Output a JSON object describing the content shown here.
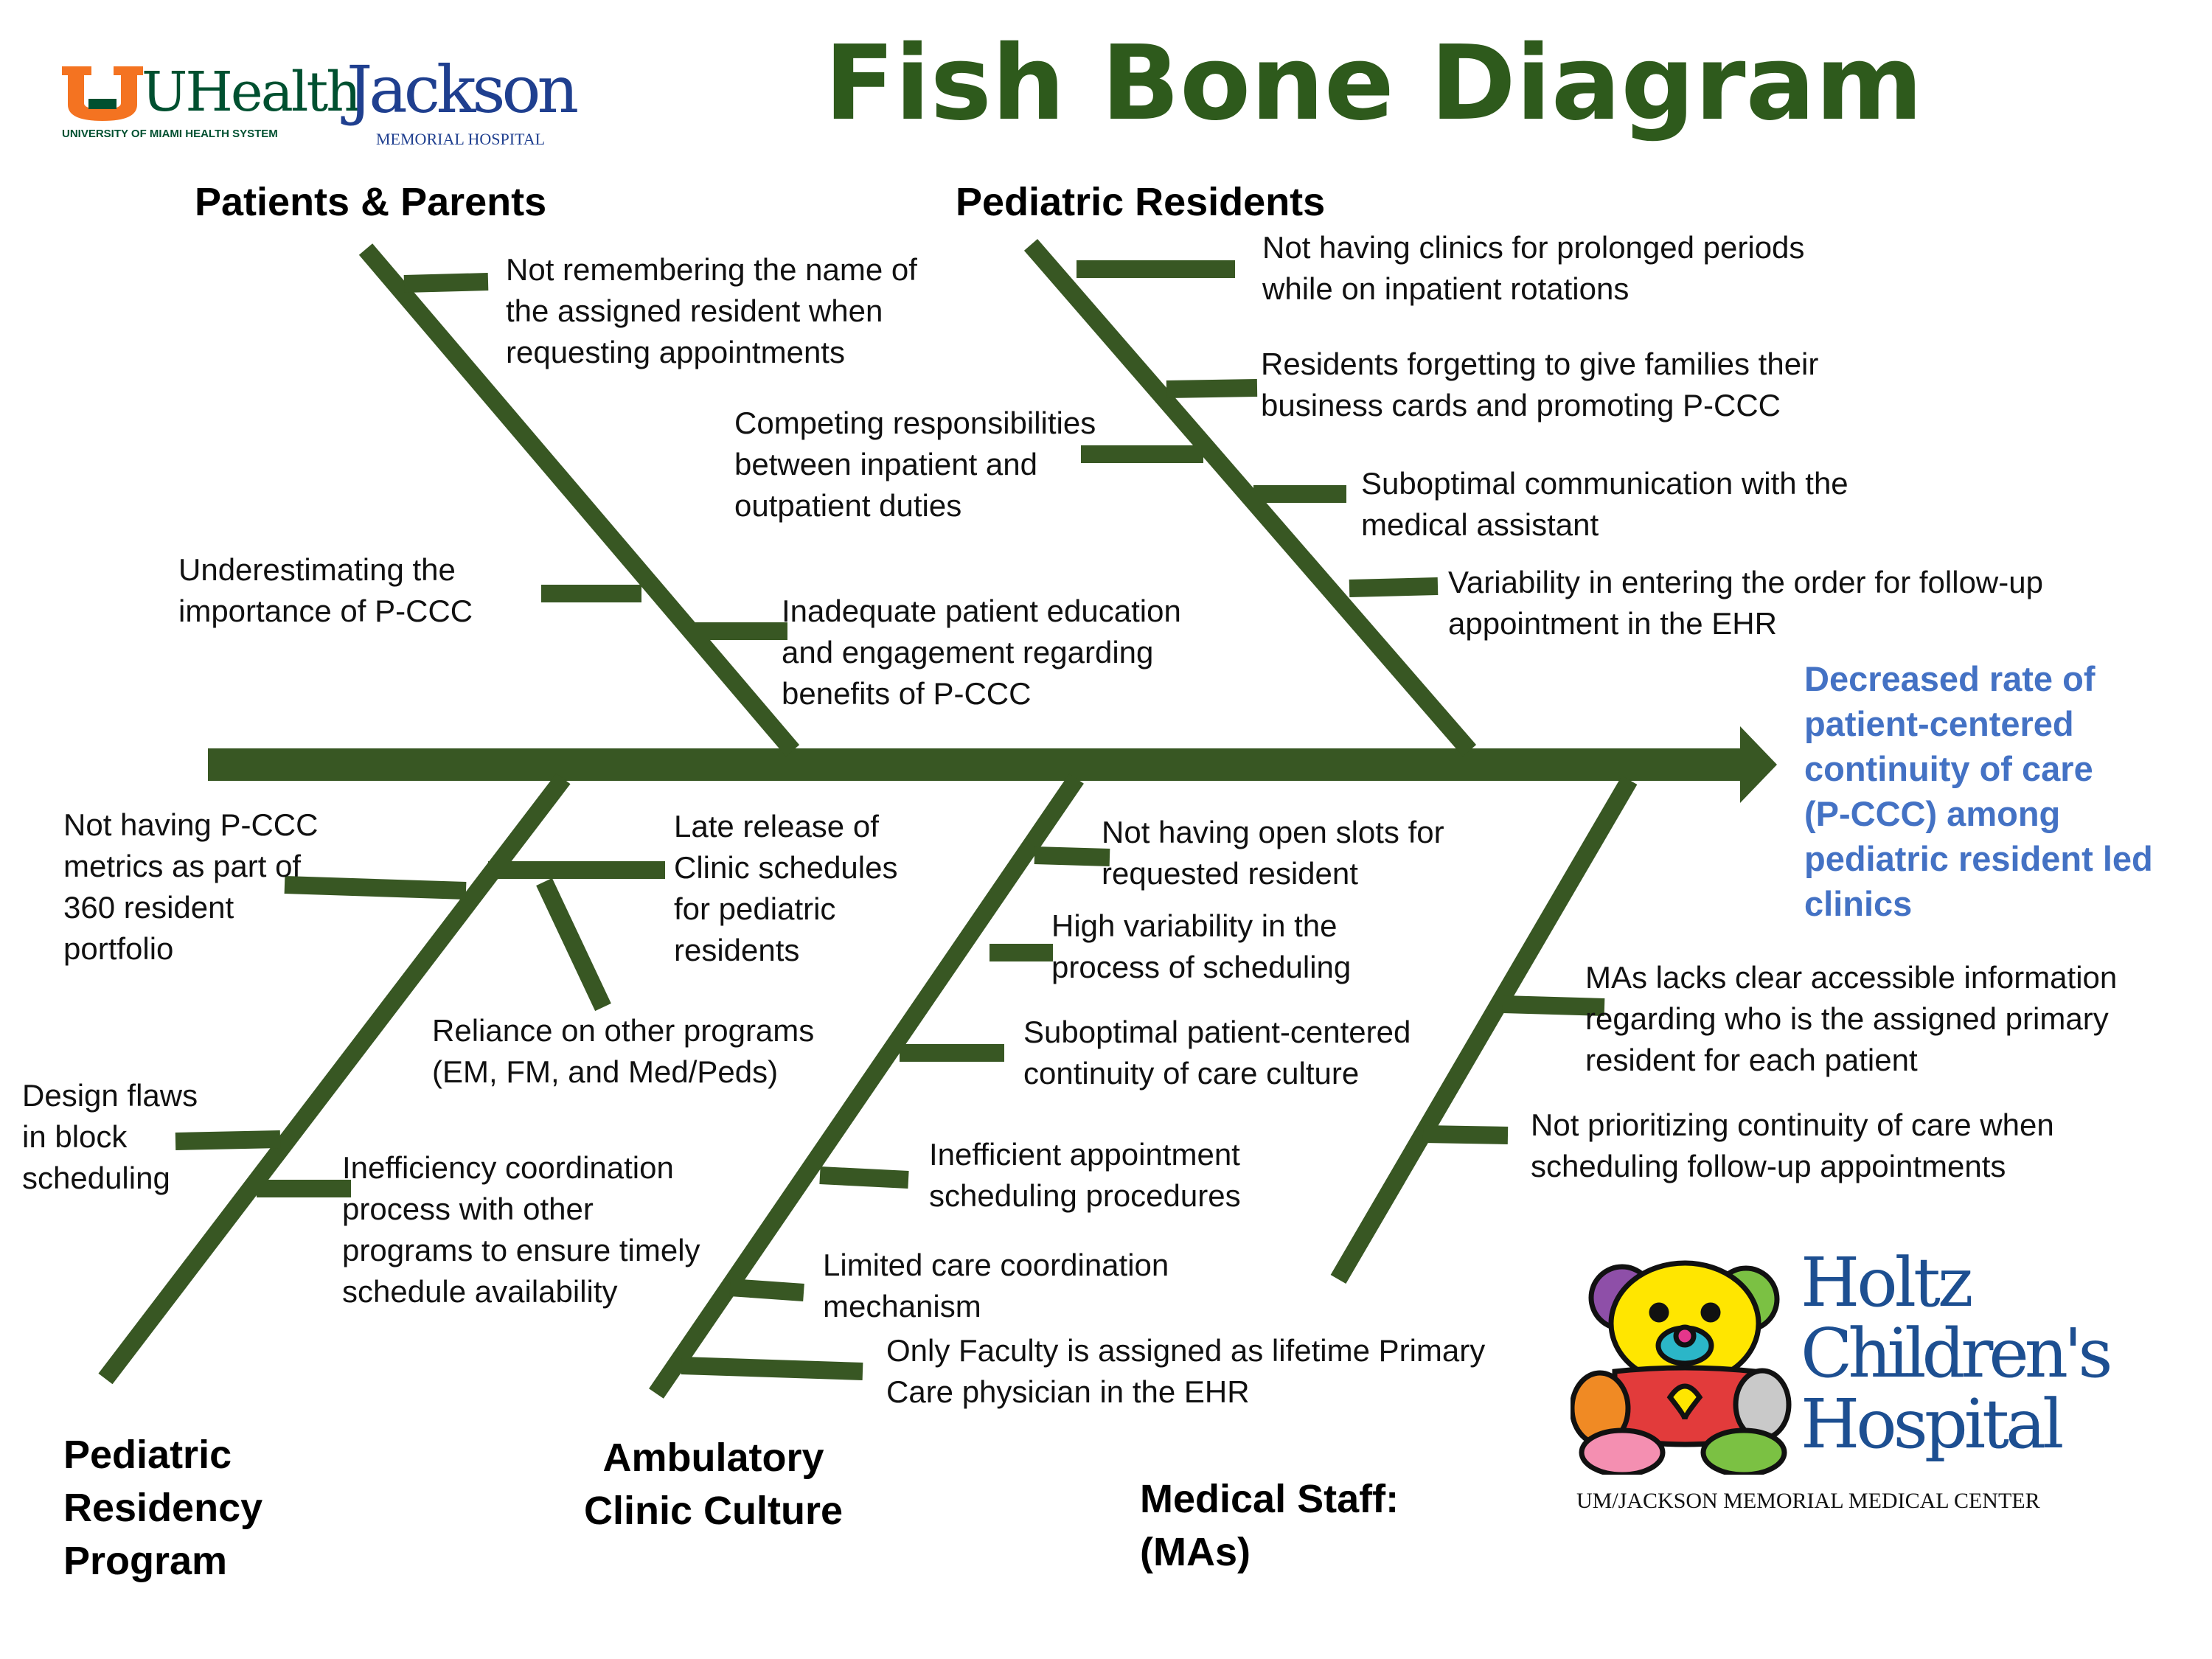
{
  "title": "Fish Bone Diagram",
  "colors": {
    "title": "#2e5a1c",
    "bones": "#385723",
    "effect": "#4472c4",
    "text": "#111111",
    "um_orange": "#f47321",
    "um_green": "#005030",
    "jackson_blue": "#1f3f8f",
    "holtz_blue": "#1d4f91"
  },
  "logos": {
    "uhealth": {
      "brand": "UHealth",
      "tagline": "UNIVERSITY OF MIAMI HEALTH SYSTEM"
    },
    "jackson": {
      "brand": "Jackson",
      "tagline": "MEMORIAL HOSPITAL"
    },
    "holtz": {
      "line1": "Holtz",
      "line2": "Children's",
      "line3": "Hospital",
      "tagline": "UM/JACKSON MEMORIAL MEDICAL CENTER"
    }
  },
  "effect": "Decreased rate of\npatient-centered\ncontinuity of care\n(P-CCC) among\npediatric resident led\nclinics",
  "categories": {
    "patients": "Patients & Parents",
    "residents": "Pediatric Residents",
    "program": "Pediatric\nResidency\nProgram",
    "culture": "Ambulatory\nClinic Culture",
    "staff": "Medical Staff:\n(MAs)"
  },
  "causes": {
    "patients": [
      "Not remembering the name of\nthe assigned resident when\nrequesting appointments",
      "Underestimating the\nimportance of P-CCC",
      "Inadequate patient education\nand engagement regarding\nbenefits of P-CCC"
    ],
    "residents": [
      "Not having clinics for prolonged periods\nwhile on inpatient rotations",
      "Residents forgetting to give families their\nbusiness cards and promoting P-CCC",
      "Competing responsibilities\nbetween inpatient and\noutpatient duties",
      "Suboptimal communication with the\nmedical assistant",
      "Variability in entering the order for follow-up\nappointment in the EHR"
    ],
    "program": [
      "Not having P-CCC\nmetrics as part of\n360 resident\nportfolio",
      "Late release of\nClinic schedules\nfor pediatric\nresidents",
      "Reliance on other programs\n(EM, FM, and Med/Peds)",
      "Design flaws\nin block\nscheduling",
      "Inefficiency coordination\nprocess with other\nprograms to ensure timely\nschedule availability"
    ],
    "culture": [
      "Not having open slots for\nrequested resident",
      "High variability in the\nprocess of scheduling",
      "Suboptimal patient-centered\ncontinuity of care culture",
      "Inefficient appointment\nscheduling procedures",
      "Limited care coordination\nmechanism",
      "Only Faculty is assigned as lifetime Primary\nCare physician in the EHR"
    ],
    "staff": [
      "MAs lacks clear accessible information\nregarding who is the assigned primary\nresident for each patient",
      "Not prioritizing continuity of care  when\nscheduling follow-up appointments"
    ]
  }
}
